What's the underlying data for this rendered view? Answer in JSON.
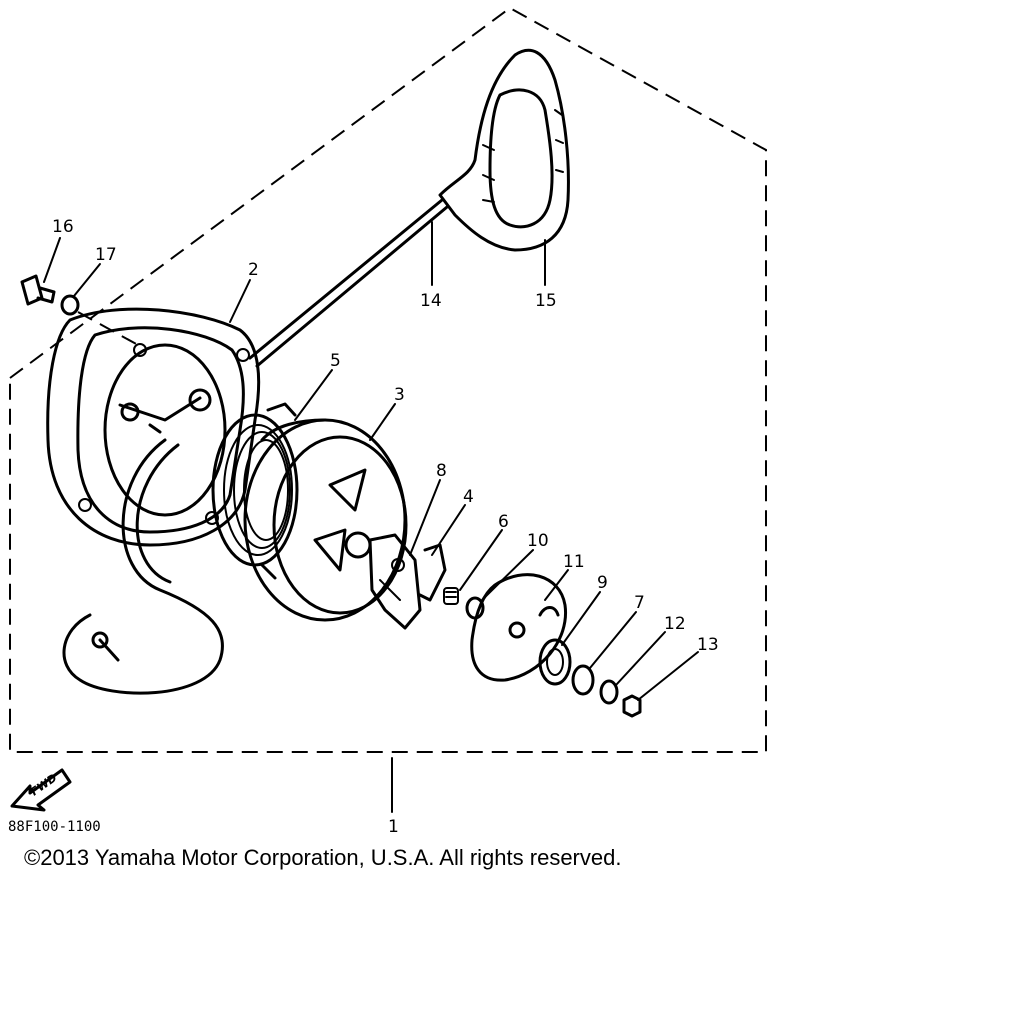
{
  "diagram": {
    "parts": {
      "p1": "1",
      "p2": "2",
      "p3": "3",
      "p4": "4",
      "p5": "5",
      "p6": "6",
      "p7": "7",
      "p8": "8",
      "p9": "9",
      "p10": "10",
      "p11": "11",
      "p12": "12",
      "p13": "13",
      "p14": "14",
      "p15": "15",
      "p16": "16",
      "p17": "17"
    },
    "fwd_label": "FWD",
    "ref_code": "88F100-1100"
  },
  "footer": {
    "copyright": "©2013 Yamaha Motor Corporation, U.S.A. All rights reserved."
  }
}
